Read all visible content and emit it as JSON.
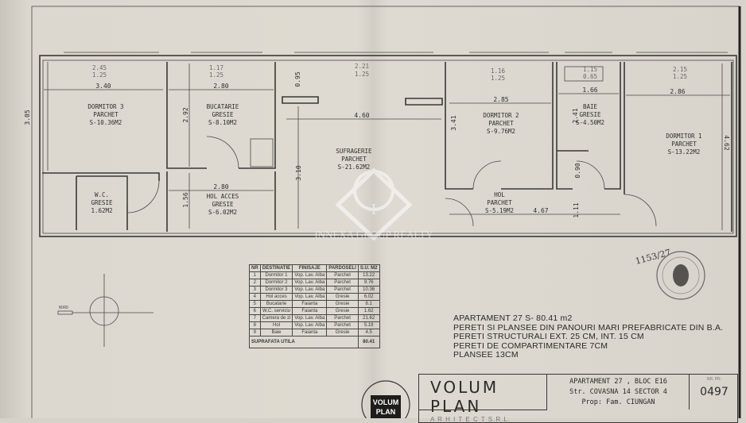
{
  "plan": {
    "rooms": [
      {
        "name": "DORMITOR 3",
        "floor": "PARCHET",
        "area": "S-10.36M2"
      },
      {
        "name": "BUCATARIE",
        "floor": "GRESIE",
        "area": "S-8.10M2"
      },
      {
        "name": "W.C.",
        "floor": "GRESIE",
        "area": "1.62M2"
      },
      {
        "name": "HOL ACCES",
        "floor": "GRESIE",
        "area": "S-6.02M2"
      },
      {
        "name": "SUFRAGERIE",
        "floor": "PARCHET",
        "area": "S-21.62M2"
      },
      {
        "name": "DORMITOR 2",
        "floor": "PARCHET",
        "area": "S-9.76M2"
      },
      {
        "name": "HOL",
        "floor": "PARCHET",
        "area": "S-5.19M2"
      },
      {
        "name": "BAIE",
        "floor": "GRESIE",
        "area": "S-4.50M2"
      },
      {
        "name": "DORMITOR 1",
        "floor": "PARCHET",
        "area": "S-13.22M2"
      }
    ],
    "dims": [
      "2.45",
      "1.25",
      "3.40",
      "3.05",
      "1.17",
      "1.25",
      "2.80",
      "2.92",
      "2.80",
      "1.56",
      "2.21",
      "1.25",
      "0.95",
      "4.60",
      "3.10",
      "1.16",
      "1.25",
      "2.85",
      "3.41",
      "4.67",
      "1.15",
      "0.65",
      "1.66",
      "2.41",
      "0.90",
      "1.11",
      "2.15",
      "1.25",
      "2.86",
      "4.62"
    ],
    "north_label": "NORD",
    "watermark": "INNEXA GROUP REALTY",
    "watermark_letter": "I",
    "handwritten_note": "1153/27"
  },
  "legend_table": {
    "headers": [
      "NR",
      "DESTINATIE",
      "FINISAJE",
      "PARDOSELI",
      "S.U. M2"
    ],
    "rows": [
      [
        "1",
        "Dormitor 1",
        "Vop. Lav. Alba",
        "Parchet",
        "13.22"
      ],
      [
        "2",
        "Dormitor 2",
        "Vop. Lav. Alba",
        "Parchet",
        "9.76"
      ],
      [
        "3",
        "Dormitor 3",
        "Vop. Lav. Alba",
        "Parchet",
        "10.36"
      ],
      [
        "4",
        "Hol acces",
        "Vop. Lav. Alba",
        "Gresie",
        "6.02"
      ],
      [
        "5",
        "Bucatarie",
        "Faianta",
        "Gresie",
        "8.1"
      ],
      [
        "6",
        "W.C. serviciu",
        "Faianta",
        "Gresie",
        "1.62"
      ],
      [
        "7",
        "Camera de zi",
        "Vop. Lav. Alba",
        "Parchet",
        "21.62"
      ],
      [
        "8",
        "Hol",
        "Vop. Lav. Alba",
        "Parchet",
        "5.19"
      ],
      [
        "9",
        "Baie",
        "Faianta",
        "Gresie",
        "4.5"
      ]
    ],
    "total_label": "SUPRAFATA UTILA",
    "total_value": "80.41"
  },
  "notes": [
    "APARTAMENT 27   S- 80.41  m2",
    "PERETI SI PLANSEE DIN PANOURI MARI PREFABRICATE DIN B.A.",
    "PERETI STRUCTURALI EXT. 25 CM, INT. 15 CM",
    "PERETI DE COMPARTIMENTARE 7CM",
    "PLANSEE 13CM"
  ],
  "title_block": {
    "company": "VOLUM PLAN",
    "company_sub": "A R H I T E C T  S.R.L.",
    "address_lines": [
      "APARTAMENT 27 , BLOC E16",
      "Str. COVASNA 14 SECTOR 4",
      "Prop: Fam. CIUNGAN"
    ],
    "nr_label": "NR. PR.",
    "nr_value": "0497",
    "stamp_text": [
      "VOLUM",
      "PLAN"
    ]
  }
}
